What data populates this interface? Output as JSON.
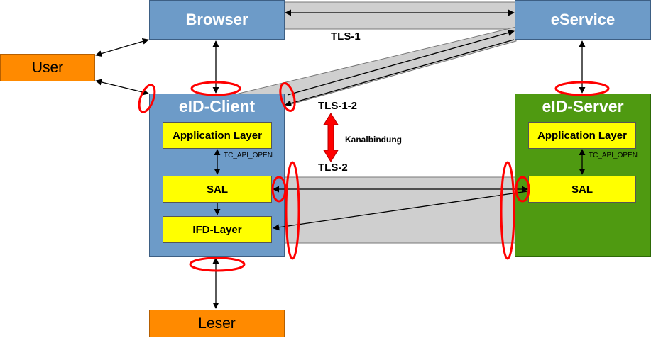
{
  "nodes": {
    "browser": "Browser",
    "eservice": "eService",
    "user": "User",
    "leser": "Leser",
    "eid_client": {
      "title": "eID-Client",
      "app_layer": "Application Layer",
      "api_label": "TC_API_OPEN",
      "sal": "SAL",
      "ifd": "IFD-Layer"
    },
    "eid_server": {
      "title": "eID-Server",
      "app_layer": "Application Layer",
      "api_label": "TC_API_OPEN",
      "sal": "SAL"
    }
  },
  "channels": {
    "tls1": "TLS-1",
    "tls12": "TLS-1-2",
    "tls2": "TLS-2",
    "binding": "Kanalbindung"
  },
  "colors": {
    "blue": "#6d9bc8",
    "green": "#4f9a11",
    "orange": "#ff8a00",
    "yellow": "#ffff00",
    "tunnel": "#cfcfcf",
    "highlight": "#ff0000"
  }
}
